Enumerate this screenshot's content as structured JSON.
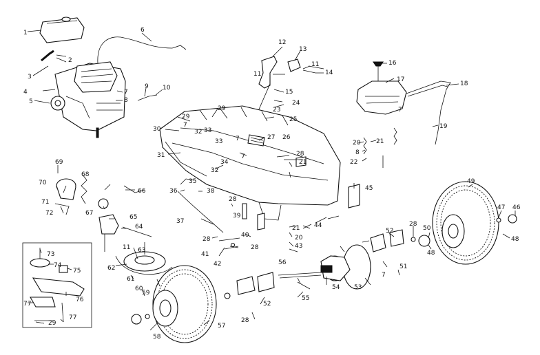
{
  "callouts": [
    "1",
    "2",
    "3",
    "4",
    "5",
    "6",
    "7",
    "8",
    "9",
    "10",
    "11",
    "12",
    "13",
    "14",
    "15",
    "16",
    "17",
    "18",
    "19",
    "20",
    "21",
    "22",
    "23",
    "24",
    "25",
    "26",
    "27",
    "28",
    "29",
    "30",
    "31",
    "32",
    "33",
    "34",
    "35",
    "36",
    "37",
    "38",
    "39",
    "40",
    "41",
    "42",
    "43",
    "44",
    "45",
    "46",
    "47",
    "48",
    "49",
    "50",
    "51",
    "52",
    "53",
    "54",
    "55",
    "56",
    "57",
    "58",
    "59",
    "60",
    "61",
    "62",
    "63",
    "64",
    "65",
    "66",
    "67",
    "68",
    "69",
    "70",
    "71",
    "72",
    "73",
    "74",
    "75",
    "76",
    "77"
  ]
}
